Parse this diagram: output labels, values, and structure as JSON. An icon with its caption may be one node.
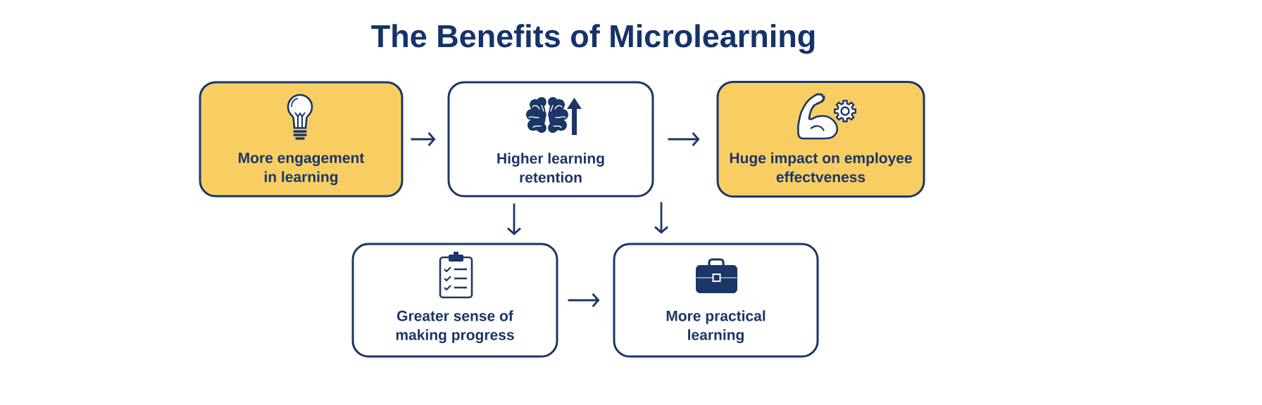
{
  "diagram": {
    "title": "The Benefits of Microlearning",
    "nodes": [
      {
        "text": [
          "More engagement in learning"
        ]
      },
      {
        "text": [
          "Higher learning retention"
        ]
      },
      {
        "text": [
          "Huge impact on employee effectveness"
        ]
      },
      {
        "text": [
          "Greater sense of making progress"
        ]
      },
      {
        "text": [
          "More practical learning"
        ]
      }
    ],
    "edges": [
      {
        "from": 0,
        "to": 1,
        "arrow": "to"
      },
      {
        "from": 1,
        "to": 2,
        "arrow": "to"
      },
      {
        "from": 1,
        "to": 3,
        "arrow": "to"
      },
      {
        "from": 1,
        "to": 4,
        "arrow": "to"
      },
      {
        "from": 3,
        "to": 4,
        "arrow": "to"
      }
    ]
  }
}
